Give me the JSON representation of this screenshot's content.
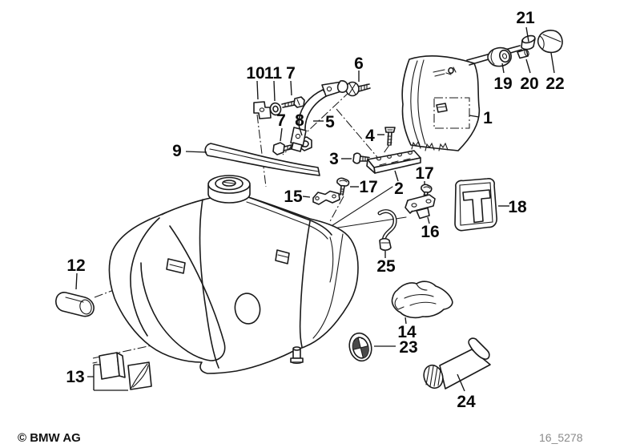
{
  "diagram": {
    "type": "exploded-parts-diagram",
    "subject": "fuel tank assembly",
    "copyright": "© BMW AG",
    "code": "16_5278",
    "colors": {
      "line": "#1a1a1a",
      "background": "#ffffff",
      "code_text": "#8a8a8a"
    },
    "callouts": {
      "n1": "1",
      "n2": "2",
      "n3": "3",
      "n4": "4",
      "n5": "5",
      "n6": "6",
      "n7_top": "7",
      "n7_mid": "7",
      "n8": "8",
      "n9": "9",
      "n10": "10",
      "n11": "11",
      "n12": "12",
      "n13": "13",
      "n14": "14",
      "n15": "15",
      "n16": "16",
      "n17_left": "17",
      "n17_right": "17",
      "n18": "18",
      "n19": "19",
      "n20": "20",
      "n21": "21",
      "n22": "22",
      "n23": "23",
      "n24": "24",
      "n25": "25"
    }
  }
}
